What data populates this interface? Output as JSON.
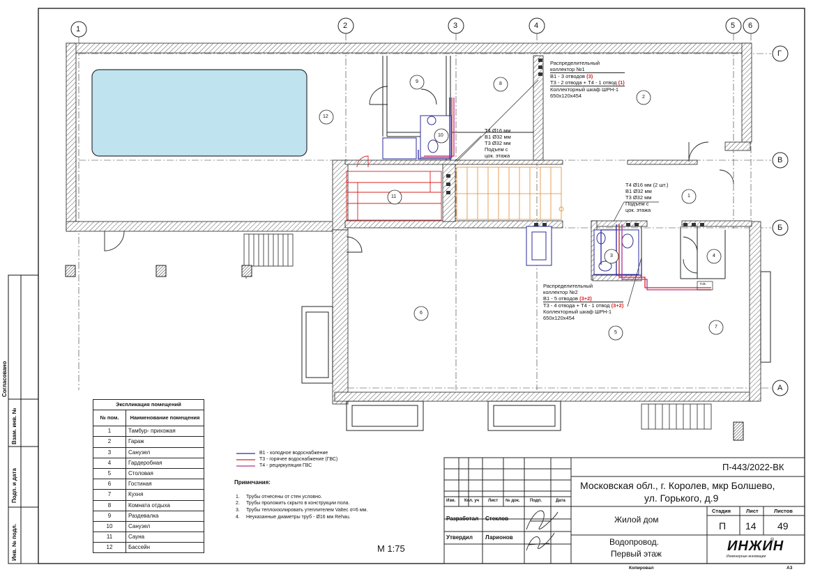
{
  "project_code": "П-443/2022-ВК",
  "address_line1": "Московская обл., г. Королев, мкр Болшево,",
  "address_line2": "ул. Горького, д.9",
  "building": "Жилой дом",
  "sheet_title_line1": "Водопровод.",
  "sheet_title_line2": "Первый этаж",
  "stage_header": "Стадия",
  "sheet_header": "Лист",
  "sheets_header": "Листов",
  "stage": "П",
  "sheet_no": "14",
  "sheets_total": "49",
  "logo": "ИНЖИН",
  "logo_sub": "Инженерные инновации",
  "scale": "М 1:75",
  "copied": "Копировал",
  "format": "А3",
  "stamp_headers": [
    "Изм.",
    "Кол. уч",
    "Лист",
    "№ док.",
    "Подп.",
    "Дата"
  ],
  "developed_label": "Разработал",
  "developed_name": "Стеклов",
  "approved_label": "Утвердил",
  "approved_name": "Ларионов",
  "side_labels": {
    "agreed": "Согласовано",
    "inv_replace": "Взам. инв. №",
    "sign_date": "Подп. и дата",
    "inv_orig": "Инв. № подл."
  },
  "axes": {
    "vertical": [
      "1",
      "2",
      "3",
      "4",
      "5",
      "6"
    ],
    "horizontal": [
      "Г",
      "В",
      "Б",
      "А"
    ]
  },
  "room_numbers": [
    "1",
    "2",
    "3",
    "4",
    "5",
    "6",
    "7",
    "8",
    "9",
    "10",
    "11",
    "12"
  ],
  "explication": {
    "title": "Экспликация помещений",
    "col_no": "№ пом.",
    "col_name": "Наименование помещения",
    "rows": [
      {
        "no": "1",
        "name": "Тамбур- прихожая"
      },
      {
        "no": "2",
        "name": "Гараж"
      },
      {
        "no": "3",
        "name": "Санузел"
      },
      {
        "no": "4",
        "name": "Гардеробная"
      },
      {
        "no": "5",
        "name": "Столовая"
      },
      {
        "no": "6",
        "name": "Гостиная"
      },
      {
        "no": "7",
        "name": "Кухня"
      },
      {
        "no": "8",
        "name": "Комната отдыха"
      },
      {
        "no": "9",
        "name": "Раздевалка"
      },
      {
        "no": "10",
        "name": "Санузел"
      },
      {
        "no": "11",
        "name": "Сауна"
      },
      {
        "no": "12",
        "name": "Бассейн"
      }
    ]
  },
  "legend": [
    {
      "text": "В1 - холодное водоснабжение",
      "color": "#2a2a9c"
    },
    {
      "text": "Т3 - горячее водоснабжение (ГВС)",
      "color": "#d42020"
    },
    {
      "text": "Т4 - рециркуляция ГВС",
      "color": "#b0308a"
    }
  ],
  "notes": {
    "title": "Примечания:",
    "items": [
      "Трубы отнесены от стен условно.",
      "Трубы проложить скрыто в конструкции пола.",
      "Трубы теплоизолировать утеплителем Valtec σ=6 мм.",
      "Неуказанные диаметры труб - Ø16 мм Rehau."
    ]
  },
  "collector1": {
    "line1": "Распределительный",
    "line2": "коллектор №1",
    "b1_text": "В1 - 3 отводов",
    "b1_count": "(3)",
    "t3_text": "Т3 - 2 отвода + Т4 - 1 отвод",
    "t3_count": "(1)",
    "cabinet": "Коллекторный шкаф ШРН-1",
    "size": "650х120х454"
  },
  "collector2": {
    "line1": "Распределительный",
    "line2": "коллектор №2",
    "b1_text": "В1 - 5 отводов",
    "b1_count": "(3+2)",
    "t3_text": "Т3 - 4 отвода + Т4 - 1 отвод",
    "t3_count": "(3+2)",
    "cabinet": "Коллекторный шкаф ШРН-1",
    "size": "650х120х454"
  },
  "riser1": [
    "Т4 Ø16 мм",
    "В1 Ø32 мм",
    "Т3 Ø32 мм",
    "Подъем с",
    "цок. этажа"
  ],
  "riser2": [
    "Т4 Ø16 мм (2 шт.)",
    "В1 Ø32 мм",
    "Т3 Ø32 мм",
    "Подъем с",
    "цок. этажа"
  ],
  "pm_label": "п.м."
}
